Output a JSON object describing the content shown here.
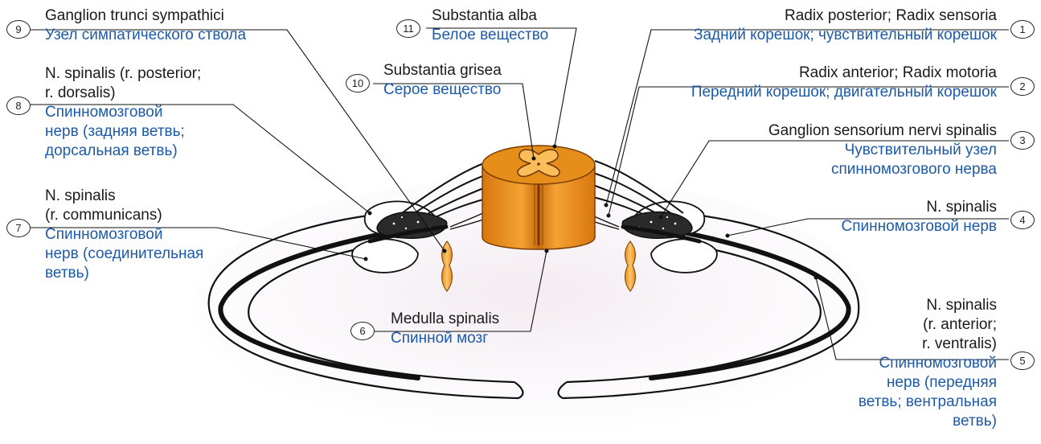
{
  "colors": {
    "latin_text": "#1a1a1a",
    "russian_text": "#1c5aa8",
    "gray_matter": "#f7a62c",
    "white_matter": "#e9911d",
    "nerve": "#111111"
  },
  "labels": [
    {
      "num": "1",
      "latin": [
        "Radix posterior; Radix sensoria"
      ],
      "russian": [
        "Задний корешок; чувствительный корешок"
      ]
    },
    {
      "num": "2",
      "latin": [
        "Radix anterior; Radix motoria"
      ],
      "russian": [
        "Передний корешок; двигательный корешок"
      ]
    },
    {
      "num": "3",
      "latin": [
        "Ganglion sensorium nervi spinalis"
      ],
      "russian": [
        "Чувствительный узел",
        "спинномозгового нерва"
      ]
    },
    {
      "num": "4",
      "latin": [
        "N. spinalis"
      ],
      "russian": [
        "Спинномозговой нерв"
      ]
    },
    {
      "num": "5",
      "latin": [
        "N. spinalis",
        "(r. anterior;",
        "r. ventralis)"
      ],
      "russian": [
        "Спинномозговой",
        "нерв (передняя",
        "ветвь; вентральная",
        "ветвь)"
      ]
    },
    {
      "num": "6",
      "latin": [
        "Medulla spinalis"
      ],
      "russian": [
        "Спинной мозг"
      ]
    },
    {
      "num": "7",
      "latin": [
        "N. spinalis",
        "(r. communicans)"
      ],
      "russian": [
        "Спинномозговой",
        "нерв (соединительная",
        "ветвь)"
      ]
    },
    {
      "num": "8",
      "latin": [
        "N. spinalis (r. posterior;",
        "r. dorsalis)"
      ],
      "russian": [
        "Спинномозговой",
        "нерв (задняя ветвь;",
        "дорсальная ветвь)"
      ]
    },
    {
      "num": "9",
      "latin": [
        "Ganglion trunci sympathici"
      ],
      "russian": [
        "Узел симпатического ствола"
      ]
    },
    {
      "num": "10",
      "latin": [
        "Substantia grisea"
      ],
      "russian": [
        "Серое вещество"
      ]
    },
    {
      "num": "11",
      "latin": [
        "Substantia alba"
      ],
      "russian": [
        "Белое вещество"
      ]
    }
  ]
}
